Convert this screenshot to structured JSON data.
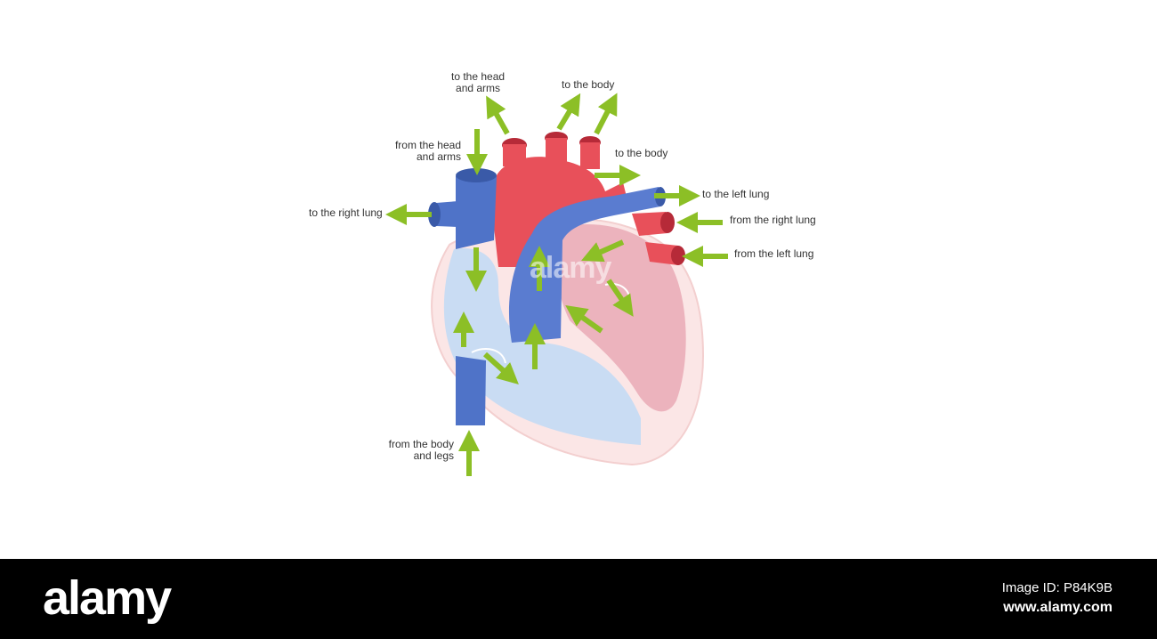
{
  "colors": {
    "arrow": "#8cbf26",
    "vein": "#4f73c8",
    "artery": "#e8505a",
    "right_chamber": "#c9dcf3",
    "left_chamber": "#ecb3bd",
    "heart_wall": "#fbe6e6"
  },
  "labels": {
    "head_arms_out": [
      "to the head",
      "and arms"
    ],
    "body_out_top": "to the body",
    "head_arms_in": [
      "from the head",
      "and arms"
    ],
    "body_out_right": "to the body",
    "left_lung_out": "to the left lung",
    "right_lung_out": "to the right lung",
    "right_lung_in": "from the right lung",
    "left_lung_in": "from the left lung",
    "body_legs_in": [
      "from the body",
      "and legs"
    ]
  },
  "watermark": "alamy",
  "footer": {
    "logo": "alamy",
    "image_id": "Image ID: P84K9B",
    "site": "www.alamy.com"
  }
}
